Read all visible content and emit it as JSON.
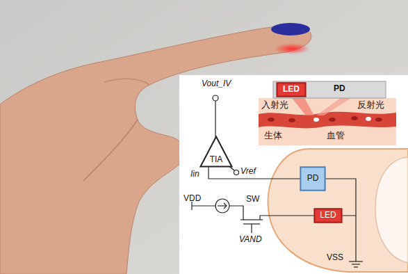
{
  "diagram": {
    "nodes": [
      {
        "text": [
          "LED"
        ]
      },
      {
        "text": [
          "TIA"
        ]
      },
      {
        "text": [
          "PD"
        ]
      },
      {
        "text": [
          "LED"
        ]
      }
    ],
    "edges": [
      {
        "from": 1,
        "to": 2,
        "arrow": "none"
      },
      {
        "from": 2,
        "to": 3,
        "arrow": "none"
      }
    ],
    "labels": [
      "PD",
      "入射光",
      "反射光",
      "生体",
      "血管",
      "Vout_IV",
      "Vref",
      "Iin",
      "VDD",
      "SW",
      "VAND",
      "VSS"
    ]
  }
}
